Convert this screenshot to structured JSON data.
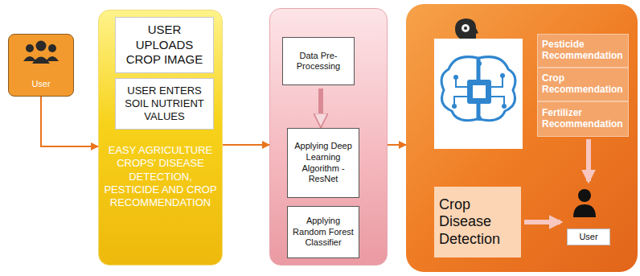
{
  "diagram": {
    "nodes": [
      {
        "text": [
          "User"
        ]
      },
      {
        "text": [
          "EASY AGRICULTURE CROPS' DISEASE DETECTION, PESTICIDE AND CROP RECOMMENDATION"
        ]
      },
      {
        "text": [
          "USER UPLOADS CROP IMAGE"
        ],
        "in": 1
      },
      {
        "text": [
          "USER ENTERS SOIL NUTRIENT VALUES"
        ],
        "in": 1
      },
      {
        "text": []
      },
      {
        "text": [
          "Data Pre-Processing"
        ],
        "in": 4
      },
      {
        "text": [
          "Applying Deep Learning Algorithm - ResNet"
        ],
        "in": 4
      },
      {
        "text": [
          "Applying Random Forest Classifier"
        ],
        "in": 4
      },
      {
        "text": []
      },
      {
        "text": [
          "Pesticide Recommendation"
        ],
        "in": 8
      },
      {
        "text": [
          "Crop Recommendation"
        ],
        "in": 8
      },
      {
        "text": [
          "Fertilizer Recommendation"
        ],
        "in": 8
      },
      {
        "text": [
          "Crop Disease Detection"
        ],
        "in": 8
      },
      {
        "text": [
          "User"
        ],
        "in": 8
      }
    ],
    "edges": [
      {
        "from": 0,
        "to": 1,
        "arrow": "to"
      },
      {
        "from": 1,
        "to": 4,
        "arrow": "to"
      },
      {
        "from": 4,
        "to": 8,
        "arrow": "to"
      },
      {
        "from": 5,
        "to": 6,
        "arrow": "to"
      },
      {
        "from": 11,
        "to": 13,
        "arrow": "to"
      },
      {
        "from": 12,
        "to": 13,
        "arrow": "to"
      }
    ]
  }
}
